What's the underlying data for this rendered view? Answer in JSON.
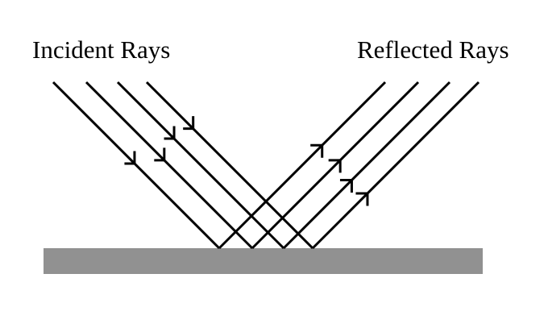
{
  "title_left": "Incident Rays",
  "title_right": "Reflected Rays",
  "colors": {
    "ray": "#000000",
    "surface": "#919191",
    "background": "#ffffff"
  },
  "diagram": {
    "type": "reflection",
    "ray_count": 4,
    "angle_of_incidence_deg": 45,
    "angle_of_reflection_deg": 45,
    "incident_direction": "down-right",
    "reflected_direction": "up-right",
    "arrow_markers": "one per ray, indicating direction of travel"
  }
}
